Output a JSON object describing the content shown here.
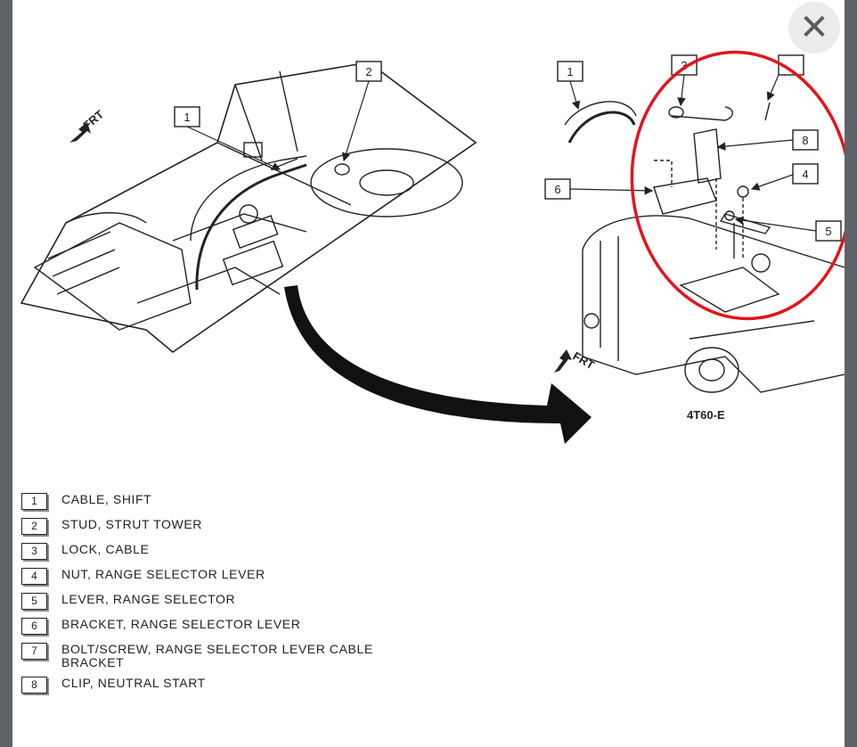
{
  "close_button": {
    "glyph": "✕"
  },
  "diagram": {
    "left_callouts": [
      "1",
      "2"
    ],
    "right_callouts": [
      "1",
      "3",
      "8",
      "4",
      "6",
      "5"
    ],
    "direction_label": "FRT",
    "code": "4T60-E",
    "highlight_color": "#e3141c"
  },
  "legend": [
    {
      "num": "1",
      "text": "CABLE, SHIFT"
    },
    {
      "num": "2",
      "text": "STUD, STRUT TOWER"
    },
    {
      "num": "3",
      "text": "LOCK, CABLE"
    },
    {
      "num": "4",
      "text": "NUT, RANGE SELECTOR LEVER"
    },
    {
      "num": "5",
      "text": "LEVER, RANGE SELECTOR"
    },
    {
      "num": "6",
      "text": "BRACKET, RANGE SELECTOR LEVER"
    },
    {
      "num": "7",
      "text": "BOLT/SCREW, RANGE SELECTOR LEVER CABLE BRACKET"
    },
    {
      "num": "8",
      "text": "CLIP, NEUTRAL START"
    }
  ]
}
